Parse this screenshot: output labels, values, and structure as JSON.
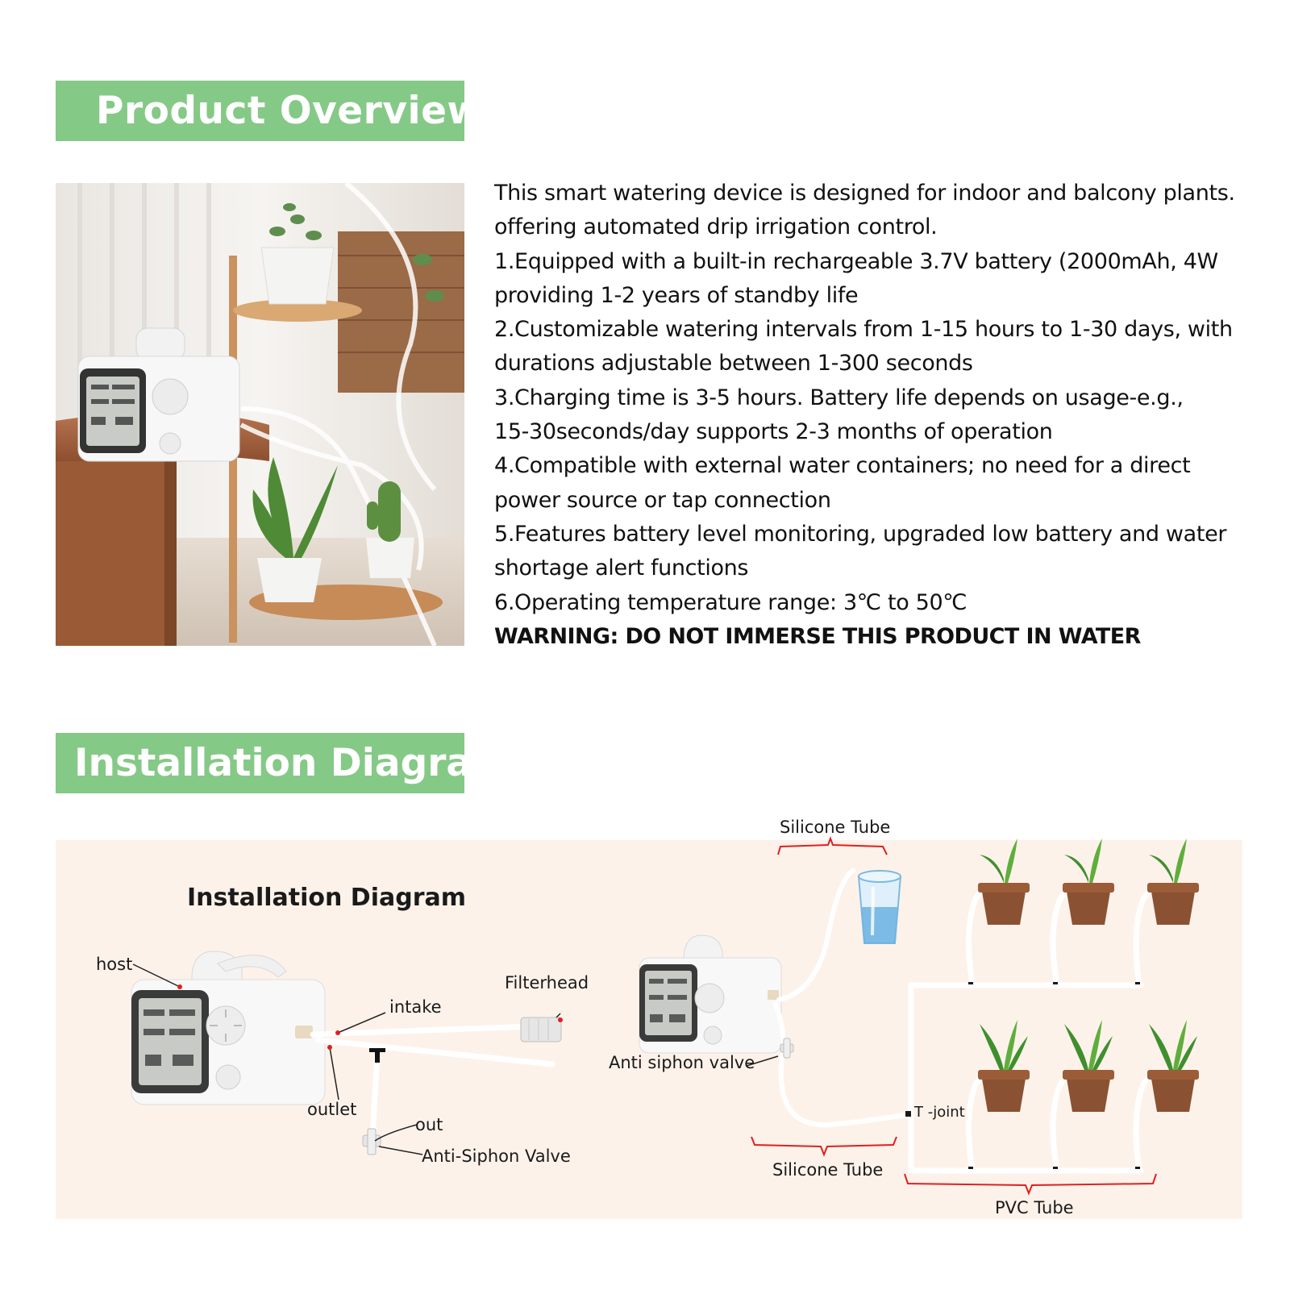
{
  "overview": {
    "heading": "Product Overview",
    "intro": "This smart watering device is designed for indoor and balcony plants. offering automated drip irrigation control.",
    "features": [
      "1.Equipped with a built-in rechargeable 3.7V battery (2000mAh, 4W providing 1-2 years of standby life",
      "2.Customizable watering intervals from 1-15 hours to 1-30 days, with durations adjustable between 1-300 seconds",
      "3.Charging time is 3-5 hours. Battery life depends on usage-e.g., 15-30seconds/day supports 2-3 months of operation",
      "4.Compatible with external water containers; no need for a direct power source or tap connection",
      "5.Features battery level monitoring, upgraded low battery and water shortage alert functions",
      "6.Operating temperature range: 3℃ to 50℃"
    ],
    "warning": "WARNING: DO NOT IMMERSE THIS PRODUCT IN WATER"
  },
  "installation": {
    "heading": "Installation Diagram",
    "diagram_title": "Installation Diagram",
    "labels": {
      "host": "host",
      "intake": "intake",
      "outlet": "outlet",
      "filterhead": "Filterhead",
      "out": "out",
      "anti_siphon_valve": "Anti-Siphon Valve",
      "silicone_tube_top": "Silicone Tube",
      "anti_siphon_valve_right": "Anti siphon valve",
      "t_joint": "T -joint",
      "silicone_tube_bottom": "Silicone Tube",
      "pvc_tube": "PVC Tube"
    }
  },
  "colors": {
    "header_green": "#85c987",
    "diagram_bg": "#fdf2ea",
    "pointer_red": "#e02020"
  }
}
